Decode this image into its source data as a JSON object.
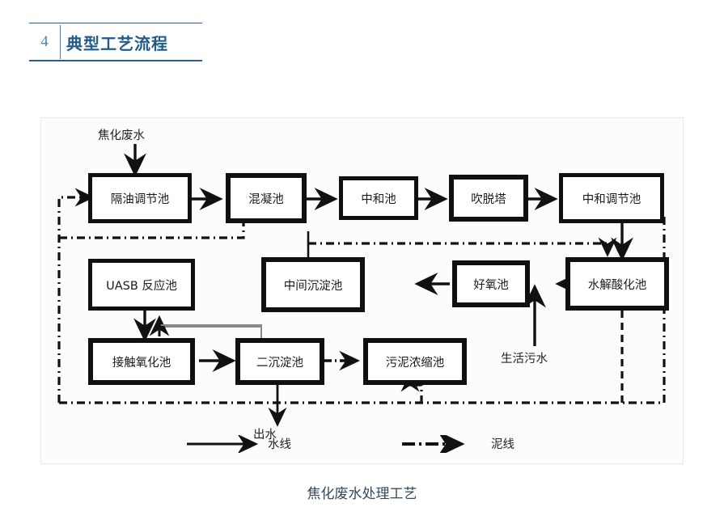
{
  "header": {
    "number": "4",
    "title": "典型工艺流程",
    "accent_color": "#215b88",
    "number_color": "#4a87ad"
  },
  "diagram": {
    "inlet_label": "焦化废水",
    "outlet_label": "出水",
    "side_inlet_label": "生活污水",
    "boxes": [
      {
        "id": "oil-separation-tank",
        "label": "隔油调节池",
        "row": 1,
        "col": 1
      },
      {
        "id": "coagulation-tank",
        "label": "混凝池",
        "row": 1,
        "col": 2
      },
      {
        "id": "neutralization-tank",
        "label": "中和池",
        "row": 1,
        "col": 3
      },
      {
        "id": "stripping-tower",
        "label": "吹脱塔",
        "row": 1,
        "col": 4
      },
      {
        "id": "neutralization-regulating-tank",
        "label": "中和调节池",
        "row": 1,
        "col": 5
      },
      {
        "id": "uasb-reactor",
        "label": "UASB 反应池",
        "row": 2,
        "col": 1
      },
      {
        "id": "intermediate-sedimentation-tank",
        "label": "中间沉淀池",
        "row": 2,
        "col": 2
      },
      {
        "id": "aerobic-tank",
        "label": "好氧池",
        "row": 2,
        "col": 3
      },
      {
        "id": "hydrolysis-acidification-tank",
        "label": "水解酸化池",
        "row": 2,
        "col": 4
      },
      {
        "id": "contact-oxidation-tank",
        "label": "接触氧化池",
        "row": 3,
        "col": 1
      },
      {
        "id": "secondary-sedimentation-tank",
        "label": "二沉淀池",
        "row": 3,
        "col": 2
      },
      {
        "id": "sludge-thickening-tank",
        "label": "污泥浓缩池",
        "row": 3,
        "col": 3
      }
    ],
    "legend": {
      "water_line": "水线",
      "sludge_line": "泥线"
    }
  },
  "caption": "焦化废水处理工艺"
}
